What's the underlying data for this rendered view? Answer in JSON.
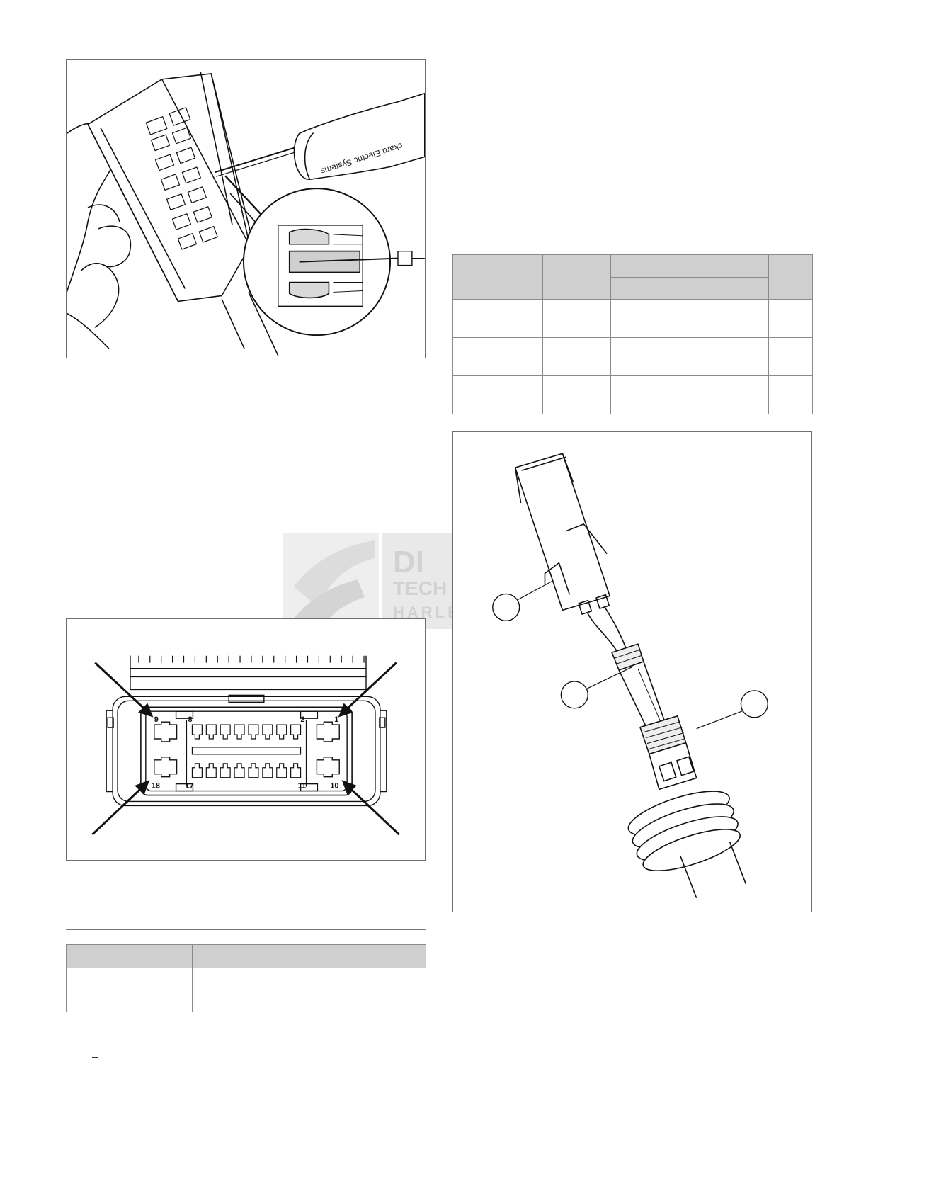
{
  "figures": {
    "tool_figure": {
      "printed_label": "ckard Electric Systems"
    },
    "connector_figure": {
      "pin_labels": [
        "9",
        "8",
        "2",
        "1",
        "18",
        "17",
        "11",
        "10"
      ]
    },
    "terminal_figure": {}
  },
  "watermark": {
    "line1": "DI",
    "line2": "TECH",
    "line3": "HARLE"
  },
  "spec_table_1": {
    "header_row_1": [
      "",
      "",
      "",
      ""
    ],
    "header_row_2": [
      "",
      ""
    ],
    "rows": [
      [
        "",
        "",
        "",
        "",
        ""
      ],
      [
        "",
        "",
        "",
        "",
        ""
      ],
      [
        "",
        "",
        "",
        "",
        ""
      ]
    ]
  },
  "spec_table_2": {
    "header": [
      "",
      ""
    ],
    "rows": [
      [
        "",
        ""
      ],
      [
        "",
        ""
      ]
    ]
  }
}
